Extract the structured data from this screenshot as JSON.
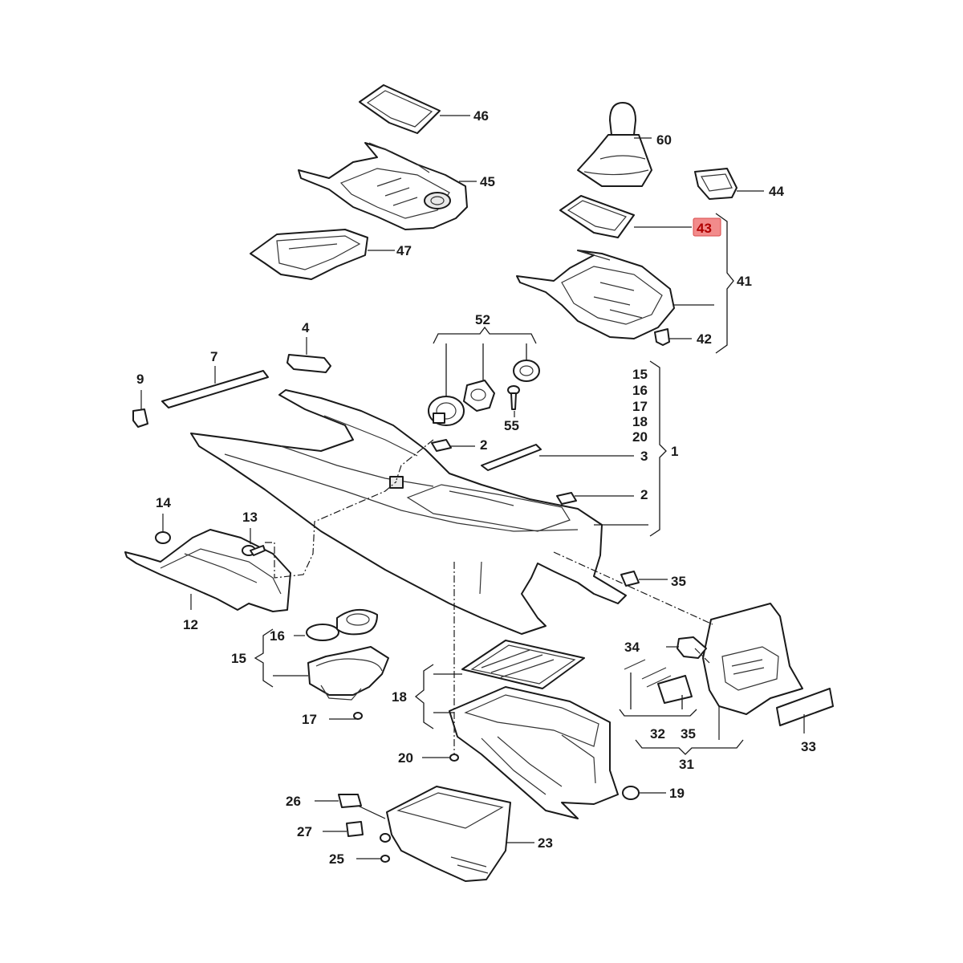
{
  "highlight_color": "#f28b8b",
  "callouts": [
    {
      "id": "46",
      "text": "46"
    },
    {
      "id": "45",
      "text": "45"
    },
    {
      "id": "47",
      "text": "47"
    },
    {
      "id": "60",
      "text": "60"
    },
    {
      "id": "44",
      "text": "44"
    },
    {
      "id": "43",
      "text": "43",
      "highlighted": true
    },
    {
      "id": "41",
      "text": "41"
    },
    {
      "id": "42",
      "text": "42"
    },
    {
      "id": "52",
      "text": "52"
    },
    {
      "id": "55",
      "text": "55"
    },
    {
      "id": "4",
      "text": "4"
    },
    {
      "id": "7",
      "text": "7"
    },
    {
      "id": "9",
      "text": "9"
    },
    {
      "id": "15a",
      "text": "15"
    },
    {
      "id": "16a",
      "text": "16"
    },
    {
      "id": "17a",
      "text": "17"
    },
    {
      "id": "18a",
      "text": "18"
    },
    {
      "id": "20a",
      "text": "20"
    },
    {
      "id": "1",
      "text": "1"
    },
    {
      "id": "2a",
      "text": "2"
    },
    {
      "id": "3",
      "text": "3"
    },
    {
      "id": "2b",
      "text": "2"
    },
    {
      "id": "14",
      "text": "14"
    },
    {
      "id": "13",
      "text": "13"
    },
    {
      "id": "12",
      "text": "12"
    },
    {
      "id": "35a",
      "text": "35"
    },
    {
      "id": "16b",
      "text": "16"
    },
    {
      "id": "15b",
      "text": "15"
    },
    {
      "id": "17b",
      "text": "17"
    },
    {
      "id": "34",
      "text": "34"
    },
    {
      "id": "18b",
      "text": "18"
    },
    {
      "id": "32",
      "text": "32"
    },
    {
      "id": "35b",
      "text": "35"
    },
    {
      "id": "33",
      "text": "33"
    },
    {
      "id": "31",
      "text": "31"
    },
    {
      "id": "20b",
      "text": "20"
    },
    {
      "id": "19",
      "text": "19"
    },
    {
      "id": "26",
      "text": "26"
    },
    {
      "id": "27",
      "text": "27"
    },
    {
      "id": "23",
      "text": "23"
    },
    {
      "id": "25",
      "text": "25"
    }
  ]
}
